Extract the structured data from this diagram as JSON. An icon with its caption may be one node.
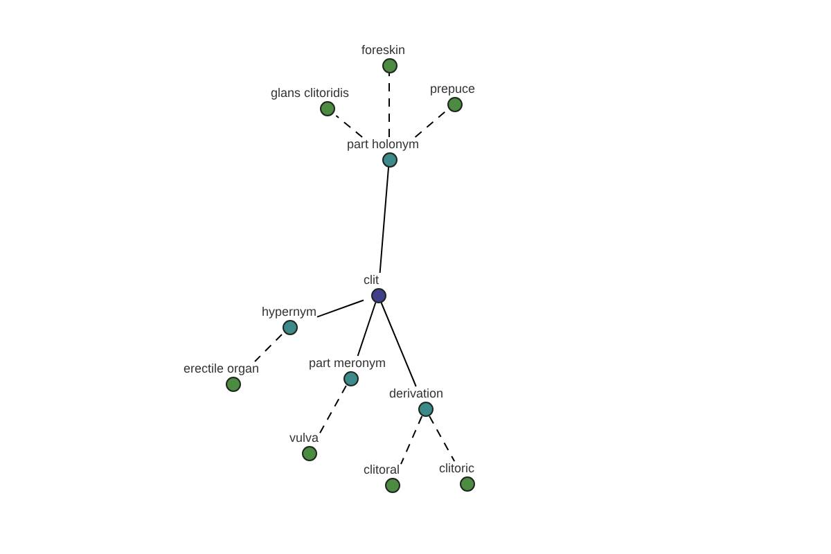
{
  "diagram": {
    "nodes": [
      {
        "text": [
          "foreskin"
        ]
      },
      {
        "text": [
          "glans clitoridis"
        ]
      },
      {
        "text": [
          "prepuce"
        ]
      },
      {
        "text": [
          "part holonym"
        ]
      },
      {
        "text": [
          "clit"
        ]
      },
      {
        "text": [
          "hypernym"
        ]
      },
      {
        "text": [
          "erectile organ"
        ]
      },
      {
        "text": [
          "part meronym"
        ]
      },
      {
        "text": [
          "vulva"
        ]
      },
      {
        "text": [
          "derivation"
        ]
      },
      {
        "text": [
          "clitoral"
        ]
      },
      {
        "text": [
          "clitoric"
        ]
      }
    ],
    "edges": [
      {
        "from": 4,
        "to": 3,
        "arrow": "none"
      },
      {
        "from": 3,
        "to": 0,
        "arrow": "none",
        "style": "dashed"
      },
      {
        "from": 3,
        "to": 1,
        "arrow": "none",
        "style": "dashed"
      },
      {
        "from": 3,
        "to": 2,
        "arrow": "none",
        "style": "dashed"
      },
      {
        "from": 4,
        "to": 5,
        "arrow": "none"
      },
      {
        "from": 5,
        "to": 6,
        "arrow": "none",
        "style": "dashed"
      },
      {
        "from": 4,
        "to": 7,
        "arrow": "none"
      },
      {
        "from": 7,
        "to": 8,
        "arrow": "none",
        "style": "dashed"
      },
      {
        "from": 4,
        "to": 9,
        "arrow": "none"
      },
      {
        "from": 9,
        "to": 10,
        "arrow": "none",
        "style": "dashed"
      },
      {
        "from": 9,
        "to": 11,
        "arrow": "none",
        "style": "dashed"
      }
    ]
  }
}
